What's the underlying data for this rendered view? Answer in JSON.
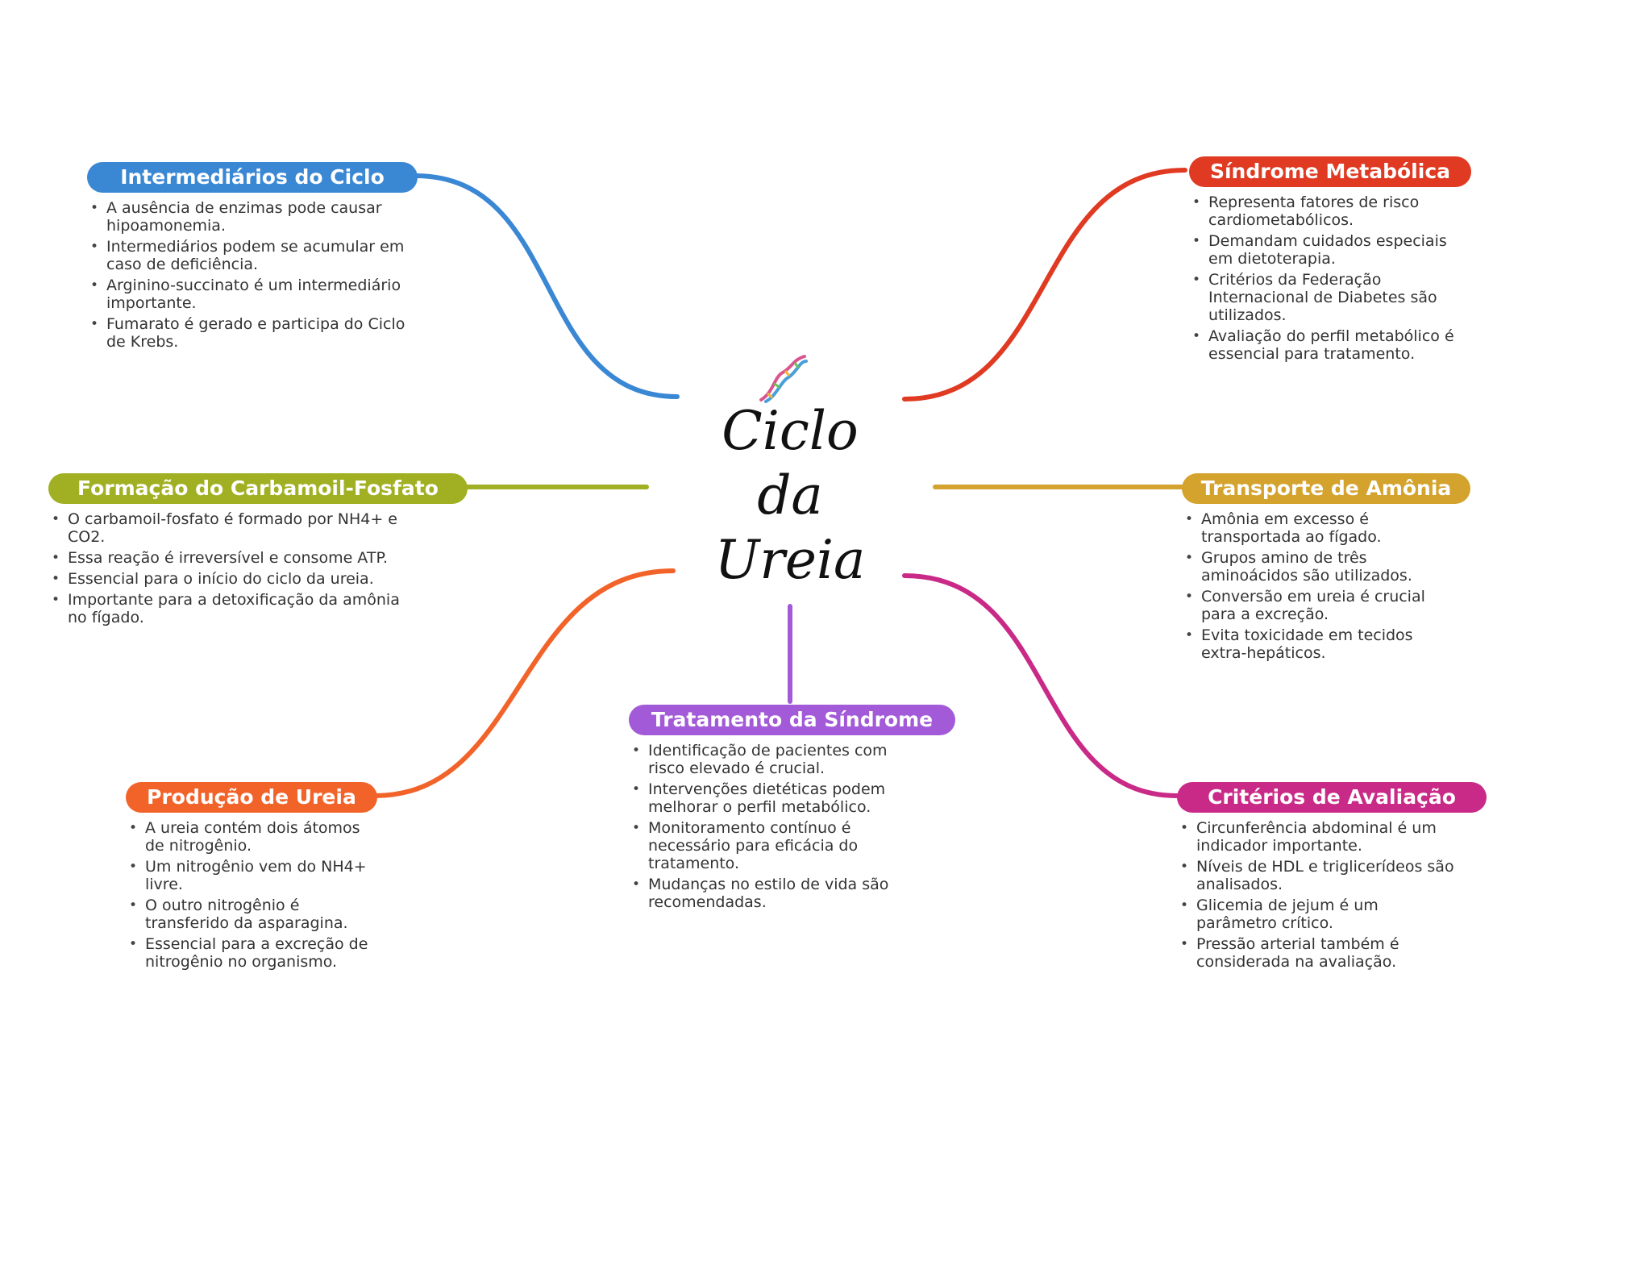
{
  "center": {
    "title_lines": [
      "Ciclo",
      "da",
      "Ureia"
    ],
    "icon": "dna-icon"
  },
  "colors": {
    "blue": "#3a87d4",
    "red": "#e03a22",
    "olive": "#a0b022",
    "gold": "#d4a32e",
    "orange": "#f2632a",
    "purple": "#a35ad8",
    "magenta": "#c92a87"
  },
  "branches": {
    "intermediarios": {
      "title": "Intermediários do Ciclo",
      "items": [
        "A ausência de enzimas pode causar hipoamonemia.",
        "Intermediários podem se acumular em caso de deficiência.",
        "Arginino-succinato é um intermediário importante.",
        "Fumarato é gerado e participa do Ciclo de Krebs."
      ]
    },
    "sindrome": {
      "title": "Síndrome Metabólica",
      "items": [
        "Representa fatores de risco cardiometabólicos.",
        "Demandam cuidados especiais em dietoterapia.",
        "Critérios da Federação Internacional de Diabetes são utilizados.",
        "Avaliação do perfil metabólico é essencial para tratamento."
      ]
    },
    "carbamoil": {
      "title": "Formação do Carbamoil-Fosfato",
      "items": [
        "O carbamoil-fosfato é formado por NH4+ e CO2.",
        "Essa reação é irreversível e consome ATP.",
        "Essencial para o início do ciclo da ureia.",
        "Importante para a detoxificação da amônia no fígado."
      ]
    },
    "transporte": {
      "title": "Transporte de Amônia",
      "items": [
        "Amônia em excesso é transportada ao fígado.",
        "Grupos amino de três aminoácidos são utilizados.",
        "Conversão em ureia é crucial para a excreção.",
        "Evita toxicidade em tecidos extra-hepáticos."
      ]
    },
    "producao": {
      "title": "Produção de Ureia",
      "items": [
        "A ureia contém dois átomos de nitrogênio.",
        "Um nitrogênio vem do NH4+ livre.",
        "O outro nitrogênio é transferido da asparagina.",
        "Essencial para a excreção de nitrogênio no organismo."
      ]
    },
    "tratamento": {
      "title": "Tratamento da Síndrome",
      "items": [
        "Identificação de pacientes com risco elevado é crucial.",
        "Intervenções dietéticas podem melhorar o perfil metabólico.",
        "Monitoramento contínuo é necessário para eficácia do tratamento.",
        "Mudanças no estilo de vida são recomendadas."
      ]
    },
    "criterios": {
      "title": "Critérios de Avaliação",
      "items": [
        "Circunferência abdominal é um indicador importante.",
        "Níveis de HDL e triglicerídeos são analisados.",
        "Glicemia de jejum é um parâmetro crítico.",
        "Pressão arterial também é considerada na avaliação."
      ]
    }
  }
}
